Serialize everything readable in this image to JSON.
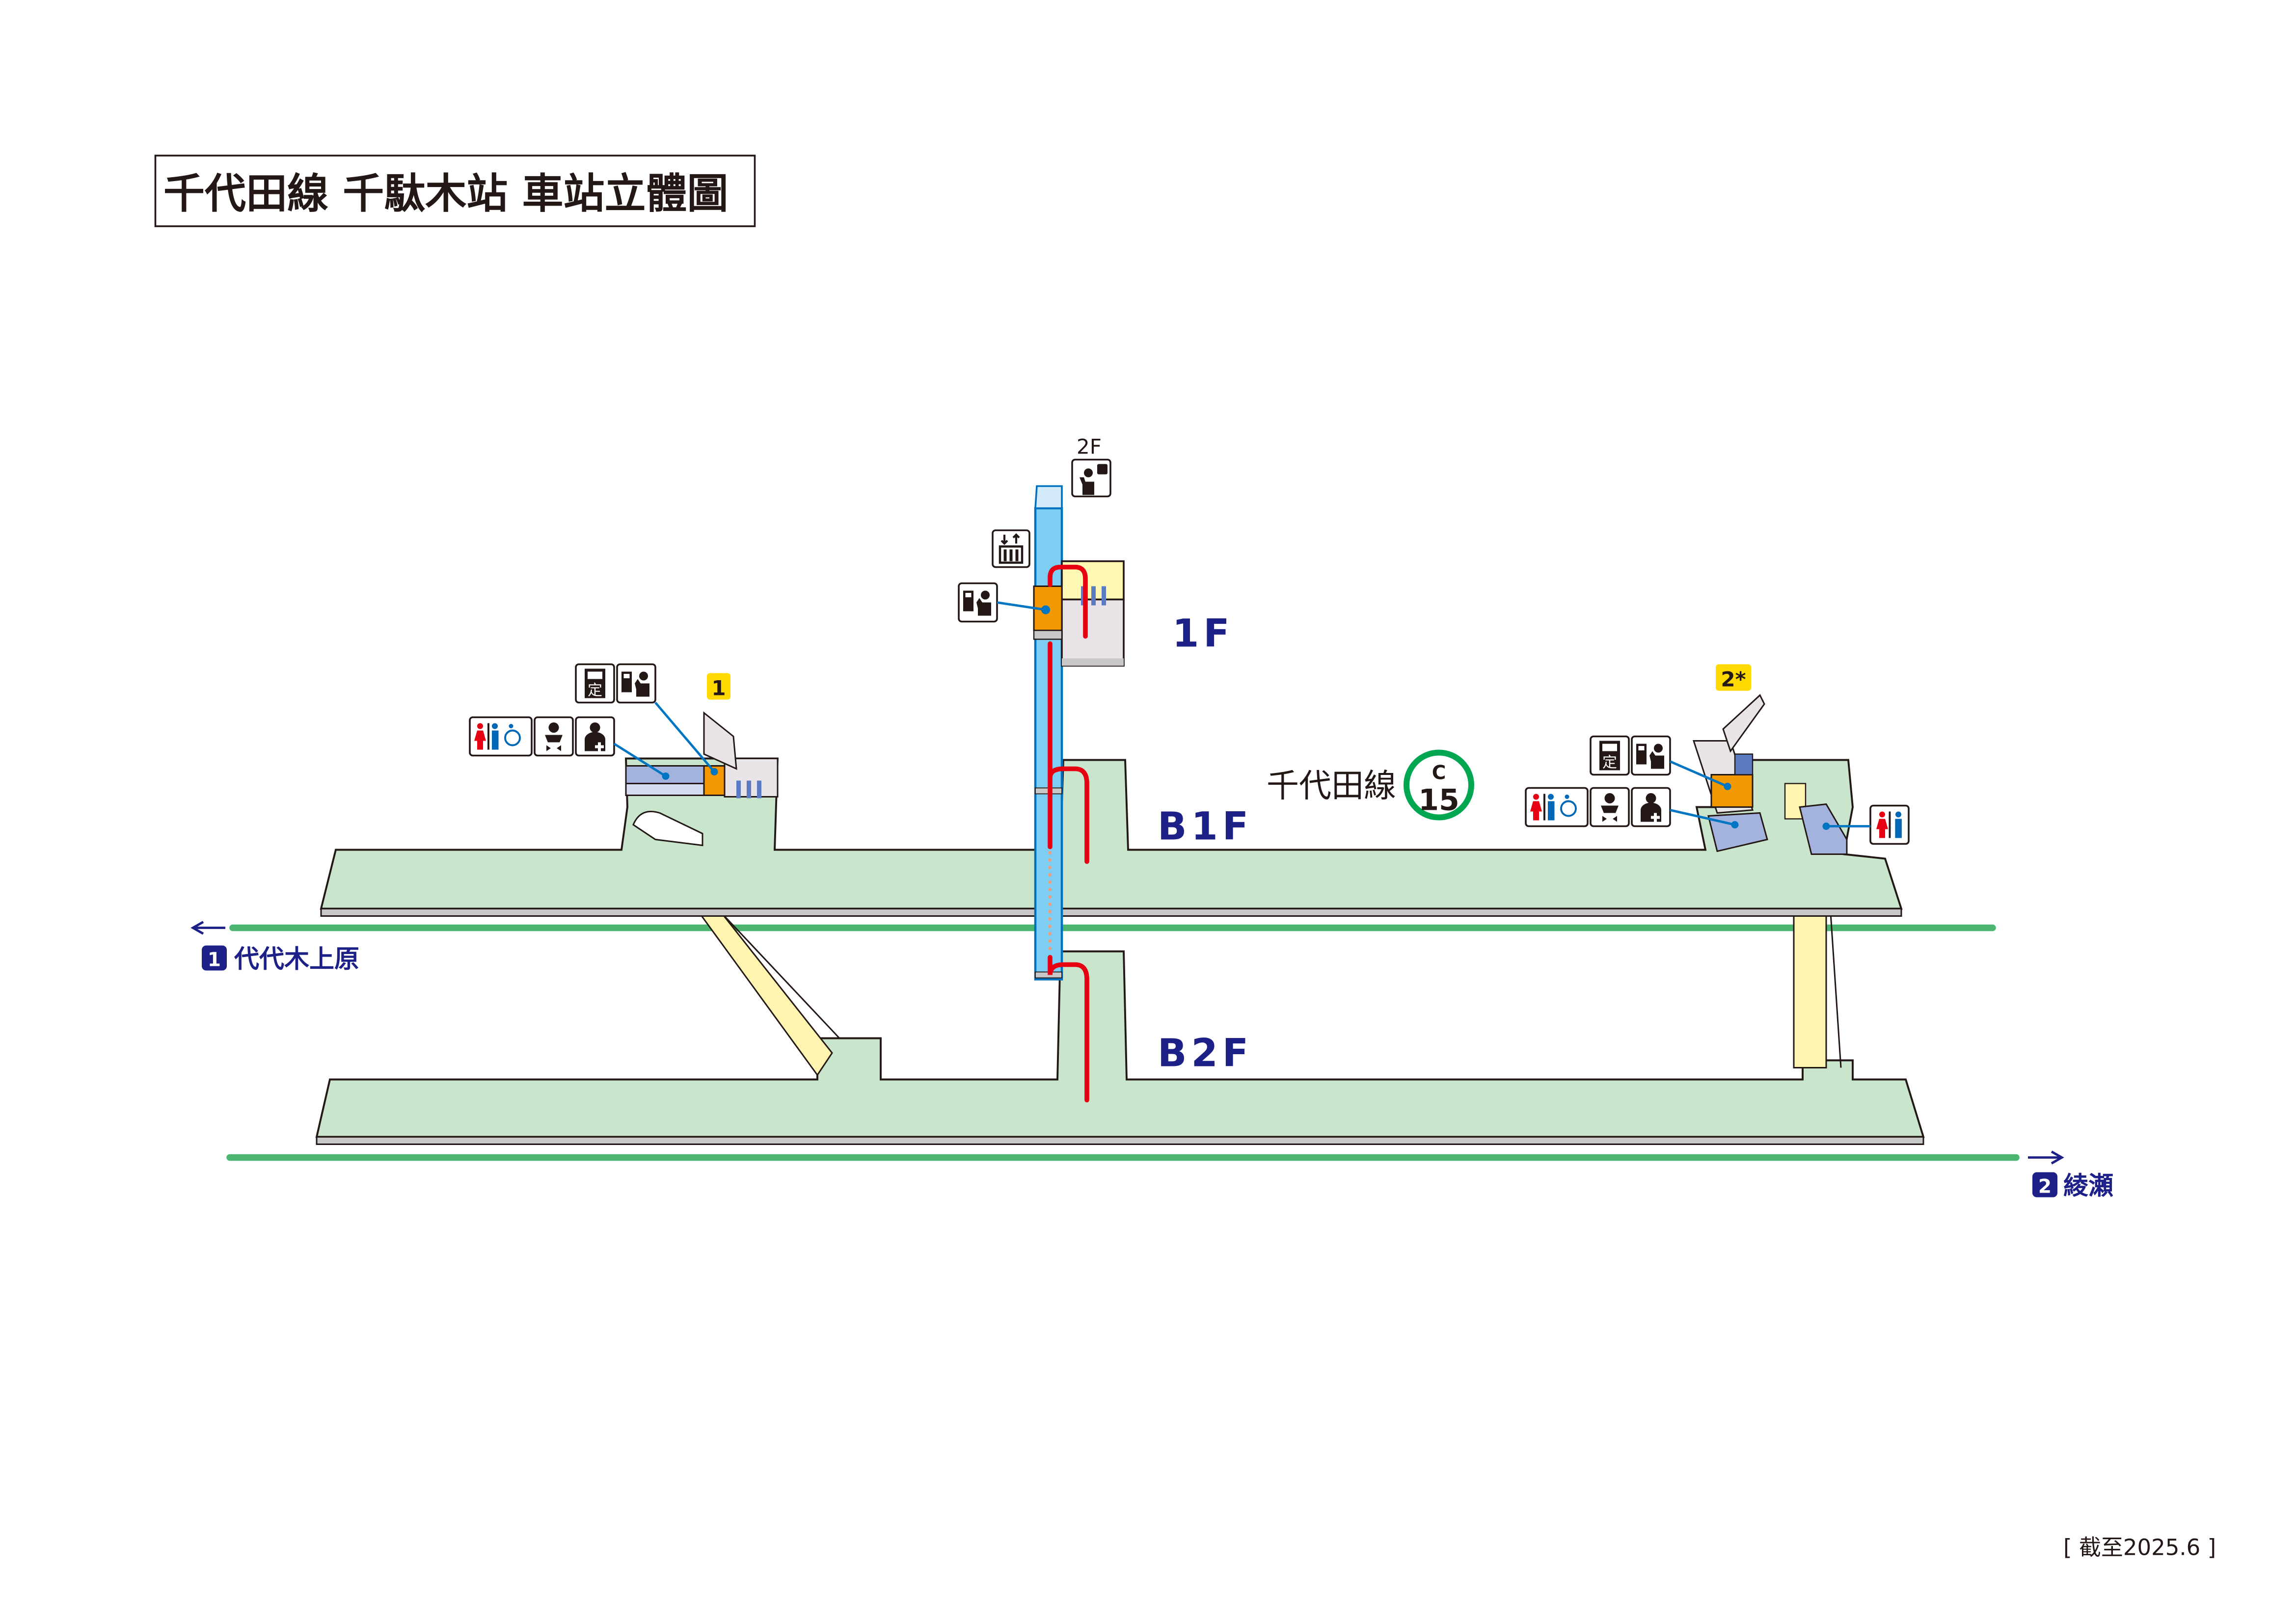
{
  "title": "千代田線 千駄木站 車站立體圖",
  "floors": {
    "f2": "2F",
    "f1": "1F",
    "b1": "B1F",
    "b2": "B2F"
  },
  "line": {
    "name": "千代田線",
    "code_letter": "C",
    "code_number": "15",
    "color": "#00a650"
  },
  "exits": [
    {
      "label": "1",
      "color": "#ffd900"
    },
    {
      "label": "2*",
      "color": "#ffd900"
    }
  ],
  "destinations": [
    {
      "track": "1",
      "name": "代代木上原",
      "direction": "left"
    },
    {
      "track": "2",
      "name": "綾瀬",
      "direction": "right"
    }
  ],
  "facility_icons": {
    "station_office": "station-staff-icon",
    "elevator": "elevator-icon",
    "ticket_office": "ticket-machine-icon",
    "commuter_pass": "commuter-pass-icon",
    "toilet": "toilet-icon",
    "accessible": "wheelchair-icon",
    "baby": "baby-changing-icon",
    "first_aid": "first-aid-icon"
  },
  "colors": {
    "accent": "#1d2087",
    "route": "#e60012",
    "elevator": "#7ecef4",
    "concourse": "#c9e6cc"
  },
  "footer": {
    "as_of": "[ 截至2025.6 ]"
  }
}
